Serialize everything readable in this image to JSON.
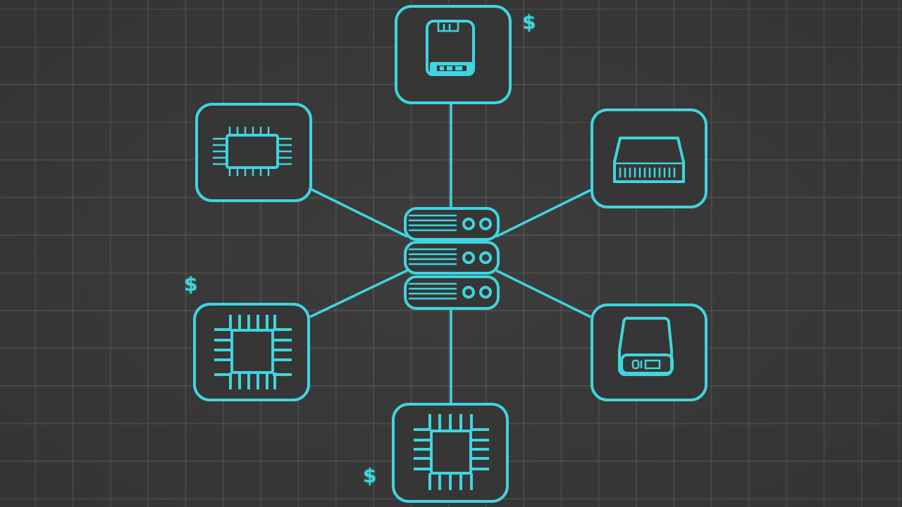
{
  "diagram": {
    "type": "network-topology",
    "theme": {
      "background": "#3b3b3b",
      "grid_line": "#555555",
      "accent": "#3fd5de"
    },
    "hub": {
      "id": "server",
      "icon": "server-rack-icon",
      "units": 3
    },
    "nodes": [
      {
        "id": "top",
        "icon": "floppy-disk-icon",
        "position": "top"
      },
      {
        "id": "upper-left",
        "icon": "cpu-chip-wide-icon",
        "position": "upper-left"
      },
      {
        "id": "upper-right",
        "icon": "hard-drive-icon",
        "position": "upper-right"
      },
      {
        "id": "lower-left",
        "icon": "cpu-chip-icon",
        "position": "lower-left"
      },
      {
        "id": "lower-right",
        "icon": "external-drive-icon",
        "position": "lower-right"
      },
      {
        "id": "bottom",
        "icon": "cpu-chip-icon",
        "position": "bottom"
      }
    ],
    "edges": [
      {
        "from": "server",
        "to": "top"
      },
      {
        "from": "server",
        "to": "upper-left"
      },
      {
        "from": "server",
        "to": "upper-right"
      },
      {
        "from": "server",
        "to": "lower-left"
      },
      {
        "from": "server",
        "to": "lower-right"
      },
      {
        "from": "server",
        "to": "bottom"
      }
    ],
    "cost_markers": [
      {
        "label": "$",
        "near": "top"
      },
      {
        "label": "$",
        "near": "lower-left"
      },
      {
        "label": "$",
        "near": "bottom"
      }
    ]
  }
}
